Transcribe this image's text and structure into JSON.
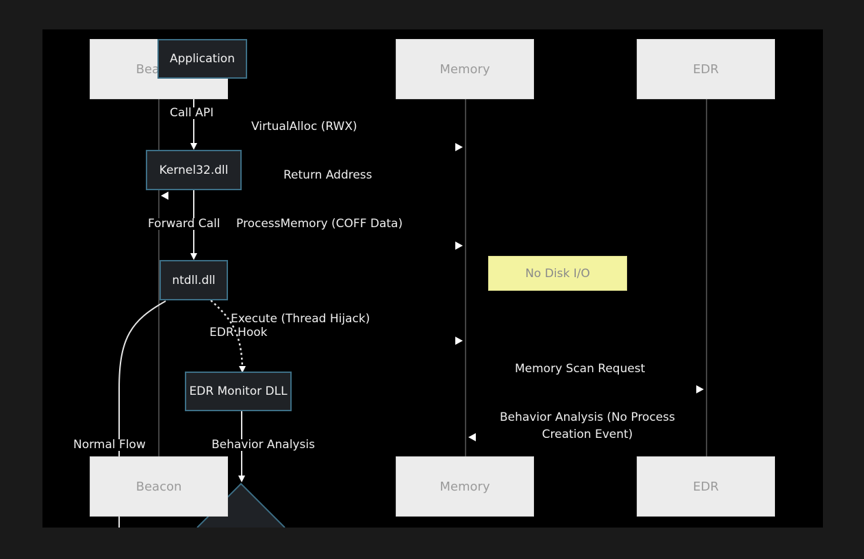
{
  "participants": {
    "beacon": "Beacon",
    "memory": "Memory",
    "edr": "EDR"
  },
  "nodes": {
    "application": "Application",
    "kernel32": "Kernel32.dll",
    "ntdll": "ntdll.dll",
    "edr_monitor": "EDR Monitor DLL"
  },
  "flow_labels": {
    "call_api": "Call API",
    "forward_call": "Forward Call",
    "edr_hook": "EDR Hook",
    "behavior_analysis": "Behavior Analysis",
    "normal_flow": "Normal Flow"
  },
  "messages": {
    "virtual_alloc": "VirtualAlloc (RWX)",
    "return_address": "Return Address",
    "process_memory": "ProcessMemory (COFF Data)",
    "execute": "Execute (Thread Hijack)",
    "memory_scan": "Memory Scan Request",
    "behavior_line1": "Behavior Analysis (No Process",
    "behavior_line2": "Creation Event)"
  },
  "note": "No Disk I/O",
  "colors": {
    "background": "#000000",
    "participant_fill": "#ececec",
    "node_fill": "#1f2226",
    "node_border": "#3d6f86",
    "note_fill": "#f3f3a0",
    "text": "#f0f0f0"
  }
}
